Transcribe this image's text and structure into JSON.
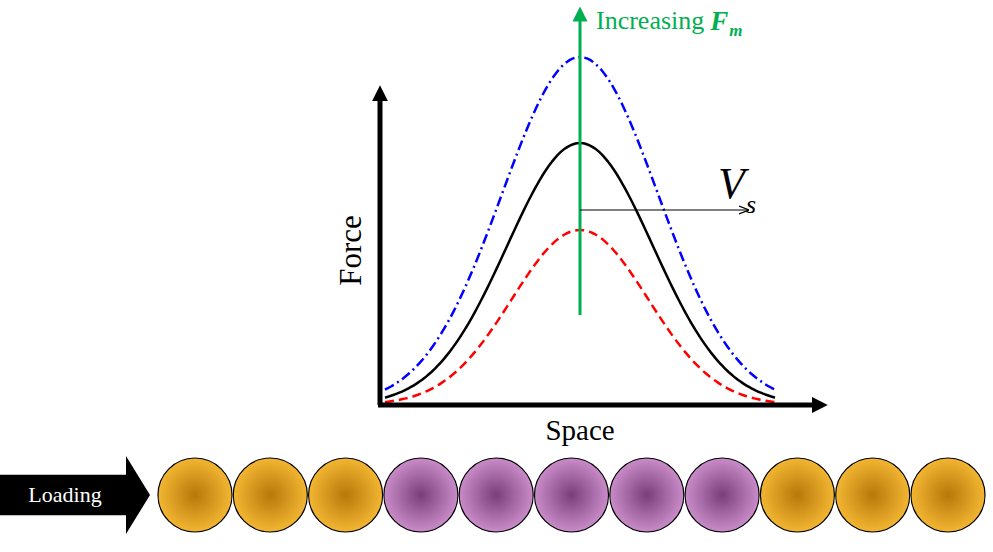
{
  "diagram": {
    "nodes": [
      {
        "text": [
          "Loading"
        ]
      }
    ],
    "labels": [
      "Increasing",
      "F",
      "m",
      "V",
      "s",
      "Force",
      "Space"
    ]
  }
}
